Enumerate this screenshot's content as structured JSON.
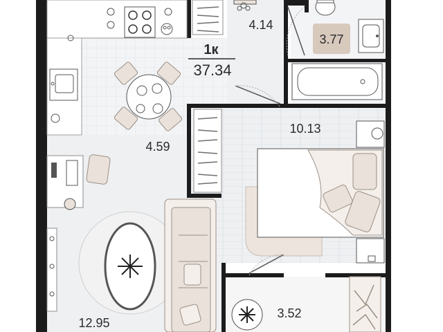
{
  "plan": {
    "apartment_type": "1к",
    "total_area": "37.34",
    "rooms": {
      "kitchen": "4.59",
      "living": "12.95",
      "hall": "4.14",
      "bathroom": "3.77",
      "bedroom": "10.13",
      "balcony": "3.52"
    }
  },
  "colors": {
    "wall": "#1c1c1c",
    "floor": "#eef0f2",
    "tile": "#f3f4f6",
    "furniture": "#e9e1da",
    "furniture_stroke": "#9b8f86",
    "rug": "#f2f2f2",
    "accent": "#d8c9bd"
  }
}
